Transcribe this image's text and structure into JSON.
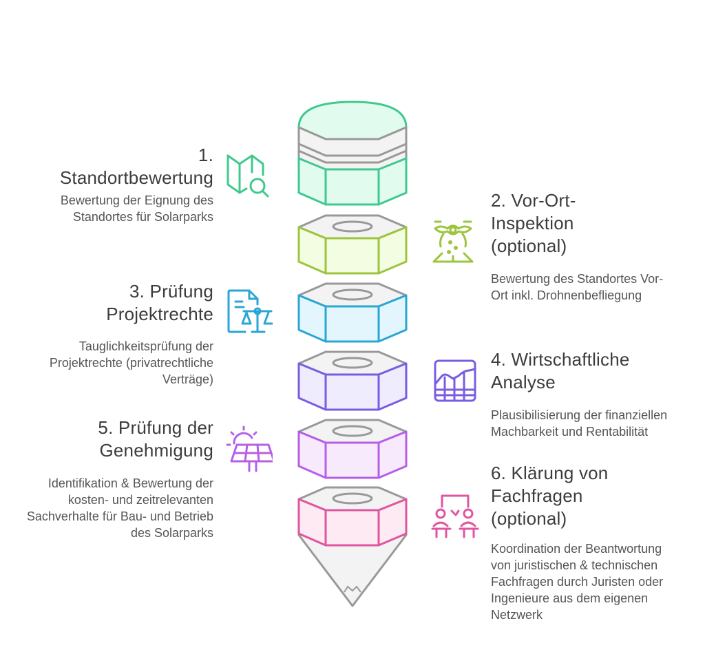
{
  "steps": [
    {
      "title": "1. Standortbewertung",
      "description": "Bewertung der Eignung des Standortes für Solarparks",
      "icon": "map-search-icon",
      "color": "#3ec98d",
      "fill": "#e2fbef"
    },
    {
      "title": "2. Vor-Ort-Inspektion (optional)",
      "description": "Bewertung des Standortes Vor-Ort inkl. Drohnenbefliegung",
      "icon": "drone-icon",
      "color": "#9cc43c",
      "fill": "#f3fde2"
    },
    {
      "title": "3. Prüfung Projektrechte",
      "description": "Tauglichkeitsprüfung der Projektrechte (privatrechtliche Verträge)",
      "icon": "document-scale-icon",
      "color": "#2aa6d6",
      "fill": "#e4f6fd"
    },
    {
      "title": "4. Wirtschaftliche Analyse",
      "description": "Plausibilisierung der finanziellen Machbarkeit und Rentabilität",
      "icon": "chart-grid-icon",
      "color": "#7a5ce2",
      "fill": "#efecfd"
    },
    {
      "title": "5. Prüfung der Genehmigung",
      "description": "Identifikation & Bewertung der kosten- und zeitrelevanten Sachverhalte für Bau- und Betrieb des Solarparks",
      "icon": "solar-panel-icon",
      "color": "#b65fe6",
      "fill": "#f8eafd"
    },
    {
      "title": "6. Klärung von Fachfragen (optional)",
      "description": "Koordination der Beantwortung von juristischen & technischen Fachfragen durch Juristen oder Ingenieure aus dem eigenen Netzwerk",
      "icon": "consultation-icon",
      "color": "#e0559f",
      "fill": "#fdeaf3"
    }
  ]
}
